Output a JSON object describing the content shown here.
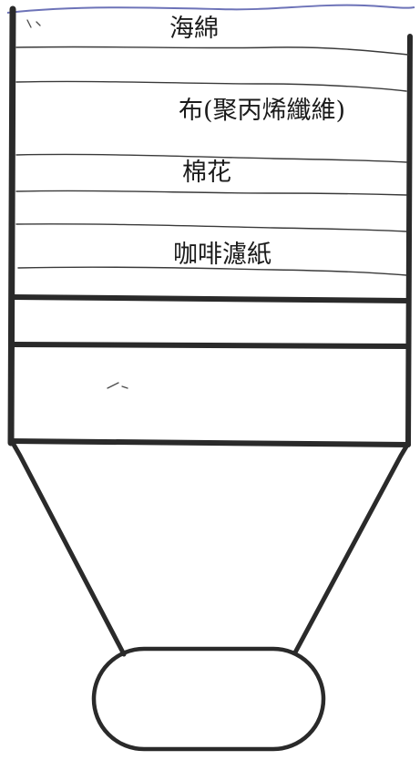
{
  "labels": {
    "layer_1": "海綿",
    "layer_2": "布(聚丙烯纖維)",
    "layer_3": "棉花",
    "layer_4": "咖啡濾紙"
  },
  "colors": {
    "ink": "#1b1b1b",
    "outline": "#2a2a2a",
    "paper": "#ffffff",
    "pen_blue": "#6d73b8"
  }
}
